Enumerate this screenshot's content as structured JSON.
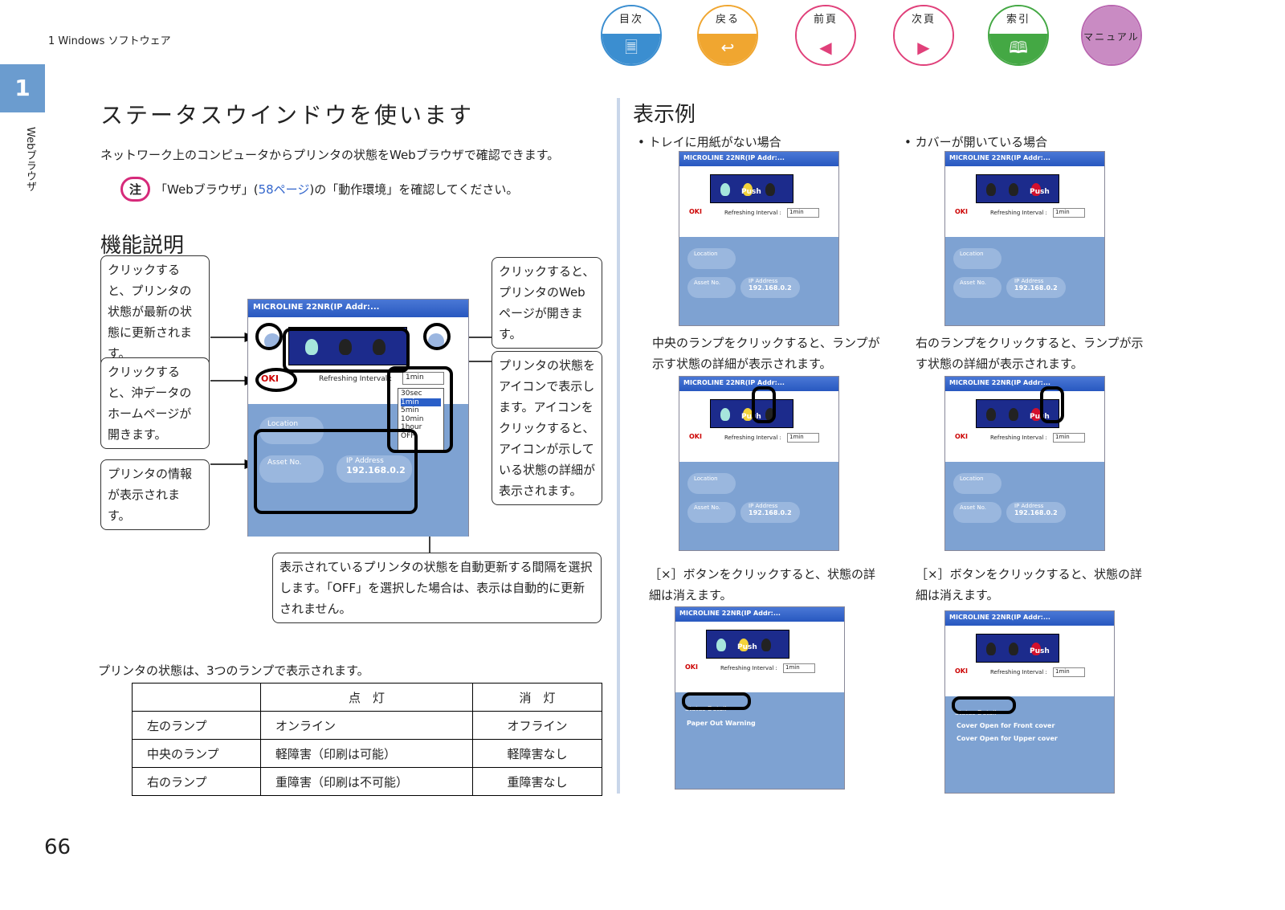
{
  "header": {
    "chapter": "1 Windows ソフトウェア",
    "side_tab_number": "1",
    "side_tab_label": "Webブラウザ"
  },
  "nav": [
    {
      "label": "目次",
      "icon": "document-icon",
      "glyph": "🗏",
      "color": "#3b8ed0"
    },
    {
      "label": "戻る",
      "icon": "return-icon",
      "glyph": "↩",
      "color": "#f0a630"
    },
    {
      "label": "前頁",
      "icon": "prev-arrow-icon",
      "glyph": "◀",
      "color": "#e0407a"
    },
    {
      "label": "次頁",
      "icon": "next-arrow-icon",
      "glyph": "▶",
      "color": "#e0407a"
    },
    {
      "label": "索引",
      "icon": "book-icon",
      "glyph": "🕮",
      "color": "#44a844"
    },
    {
      "label": "マニュアル",
      "icon": "manual-icon",
      "glyph": "",
      "color": "#b966b0"
    }
  ],
  "main": {
    "title": "ステータスウインドウを使います",
    "intro": "ネットワーク上のコンピュータからプリンタの状態をWebブラウザで確認できます。",
    "note_badge": "注",
    "note_pre": "「Webブラウザ」(",
    "note_link": "58ページ",
    "note_post": ")の「動作環境」を確認してください。",
    "section": "機能説明",
    "callouts": {
      "refresh": "クリックすると、プリンタの状態が最新の状態に更新されます。",
      "oki": "クリックすると、沖データのホームページが開きます。",
      "info": "プリンタの情報が表示されます。",
      "web": "クリックすると、プリンタのWebページが開きます。",
      "status": "プリンタの状態をアイコンで表示します。アイコンをクリックすると、アイコンが示している状態の詳細が表示されます。",
      "interval": "表示されているプリンタの状態を自動更新する間隔を選択します。「OFF」を選択した場合は、表示は自動的に更新されません。"
    },
    "window": {
      "title": "MICROLINE 22NR(IP Addr:...",
      "oki": "OKI",
      "interval_label": "Refreshing Interval :",
      "interval_value": "1min",
      "interval_options": [
        "30sec",
        "1min",
        "5min",
        "10min",
        "1hour",
        "OFF"
      ],
      "location": "Location",
      "asset": "Asset No.",
      "ip_label": "IP Address",
      "ip": "192.168.0.2",
      "push": "Push"
    },
    "table_intro": "プリンタの状態は、3つのランプで表示されます。",
    "table": {
      "headers": [
        "",
        "点　灯",
        "消　灯"
      ],
      "rows": [
        [
          "左のランプ",
          "オンライン",
          "オフライン"
        ],
        [
          "中央のランプ",
          "軽障害（印刷は可能）",
          "軽障害なし"
        ],
        [
          "右のランプ",
          "重障害（印刷は不可能）",
          "重障害なし"
        ]
      ]
    }
  },
  "examples": {
    "title": "表示例",
    "left_bullet": "トレイに用紙がない場合",
    "right_bullet": "カバーが開いている場合",
    "left_cap1": "中央のランプをクリックすると、ランプが示す状態の詳細が表示されます。",
    "right_cap1": "右のランプをクリックすると、ランプが示す状態の詳細が表示されます。",
    "left_cap2": "［×］ボタンをクリックすると、状態の詳細は消えます。",
    "right_cap2": "［×］ボタンをクリックすると、状態の詳細は消えます。",
    "status_detail": "Status Detail",
    "paper_out": "Paper Out Warning",
    "cover_front": "Cover Open for Front cover",
    "cover_upper": "Cover Open for Upper cover"
  },
  "page_number": "66"
}
